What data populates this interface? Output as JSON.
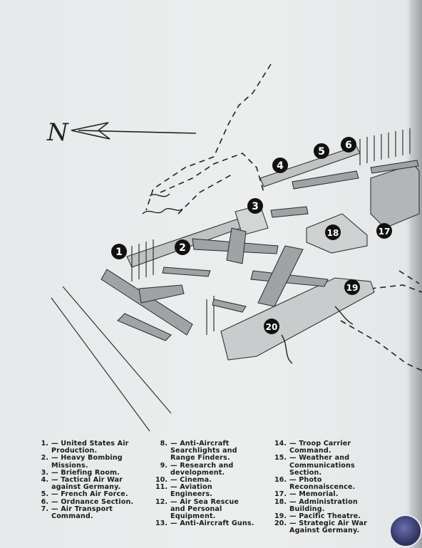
{
  "compass": {
    "label": "N"
  },
  "markers": [
    "1",
    "2",
    "3",
    "4",
    "5",
    "6",
    "17",
    "18",
    "19",
    "20"
  ],
  "legend": [
    {
      "num": "1.",
      "text": "— United States Air Production."
    },
    {
      "num": "2.",
      "text": "— Heavy Bombing Missions."
    },
    {
      "num": "3.",
      "text": "— Briefing Room."
    },
    {
      "num": "4.",
      "text": "— Tactical Air War against Germany."
    },
    {
      "num": "5.",
      "text": "— French Air Force."
    },
    {
      "num": "6.",
      "text": "— Ordnance Section."
    },
    {
      "num": "7.",
      "text": "— Air Transport Command."
    },
    {
      "num": "8.",
      "text": "— Anti-Aircraft Searchlights and Range Finders."
    },
    {
      "num": "9.",
      "text": "— Research and development."
    },
    {
      "num": "10.",
      "text": "— Cinema."
    },
    {
      "num": "11.",
      "text": "— Aviation Engineers."
    },
    {
      "num": "12.",
      "text": "— Air Sea Rescue and Personal Equipment."
    },
    {
      "num": "13.",
      "text": "— Anti-Aircraft Guns."
    },
    {
      "num": "14.",
      "text": "— Troop Carrier Command."
    },
    {
      "num": "15.",
      "text": "— Weather and Communications Section."
    },
    {
      "num": "16.",
      "text": "— Photo Reconnaiscence."
    },
    {
      "num": "17.",
      "text": "— Memorial."
    },
    {
      "num": "18.",
      "text": "— Administration Building."
    },
    {
      "num": "19.",
      "text": "— Pacific Theatre."
    },
    {
      "num": "20.",
      "text": "— Strategic Air War Against Germany."
    }
  ]
}
